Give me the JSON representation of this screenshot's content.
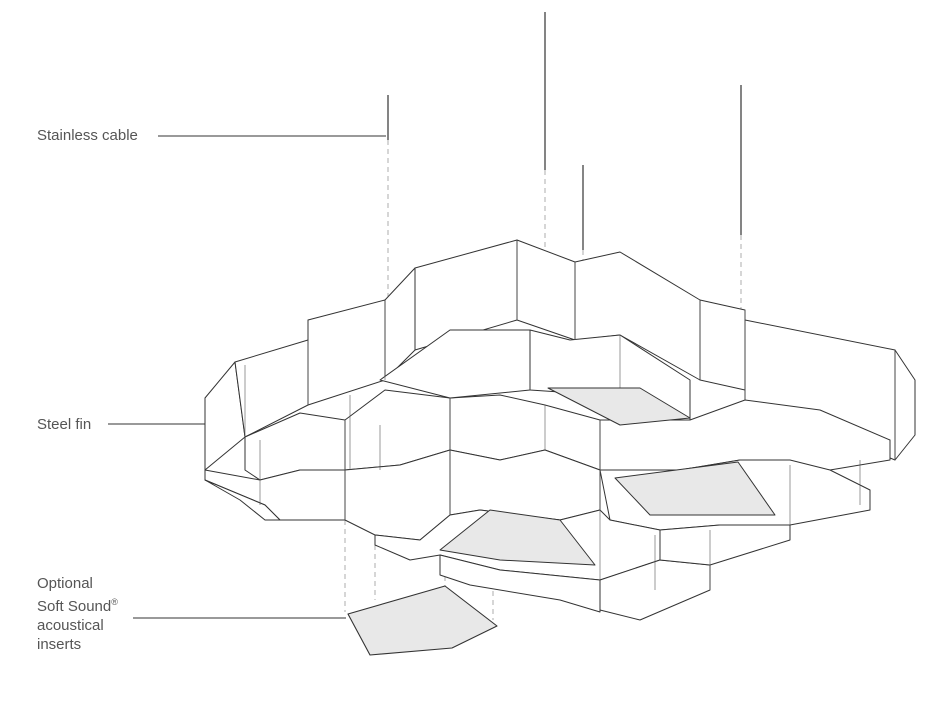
{
  "labels": {
    "cable": "Stainless cable",
    "fin": "Steel fin",
    "insert": {
      "line1": "Optional",
      "line2": "Soft Sound",
      "mark": "®",
      "line3": "acoustical",
      "line4": "inserts"
    }
  },
  "colors": {
    "line": "#333333",
    "insert_fill": "#e8e8e8",
    "label_text": "#555555",
    "dash": "#999999"
  }
}
